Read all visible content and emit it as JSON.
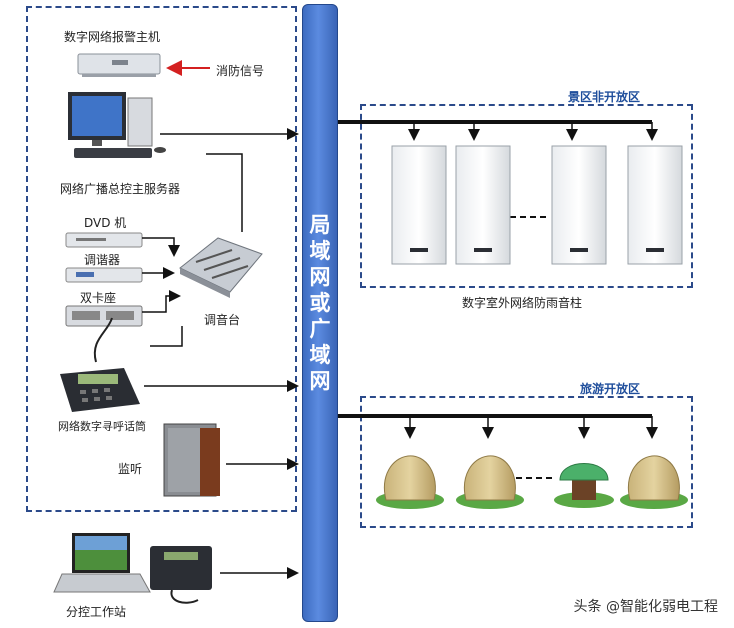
{
  "backbone": {
    "label": "局域网或广域网"
  },
  "devices": {
    "host": "数字网络报警主机",
    "fire_signal": "消防信号",
    "server": "网络广播总控主服务器",
    "dvd": "DVD 机",
    "tuner": "调谐器",
    "dual_cassette": "双卡座",
    "mixer": "调音台",
    "paging": "网络数字寻呼话筒",
    "listen": "监听",
    "workstation": "分控工作站"
  },
  "zones": {
    "non_open": {
      "title": "景区非开放区",
      "caption": "数字室外网络防雨音柱"
    },
    "open": {
      "title": "旅游开放区"
    }
  },
  "watermark": "头条 @智能化弱电工程",
  "colors": {
    "backbone": "#4a78cc",
    "zone_title": "#1f4e9c",
    "fire_arrow": "#d42020",
    "dashed": "#2b4a8a"
  }
}
